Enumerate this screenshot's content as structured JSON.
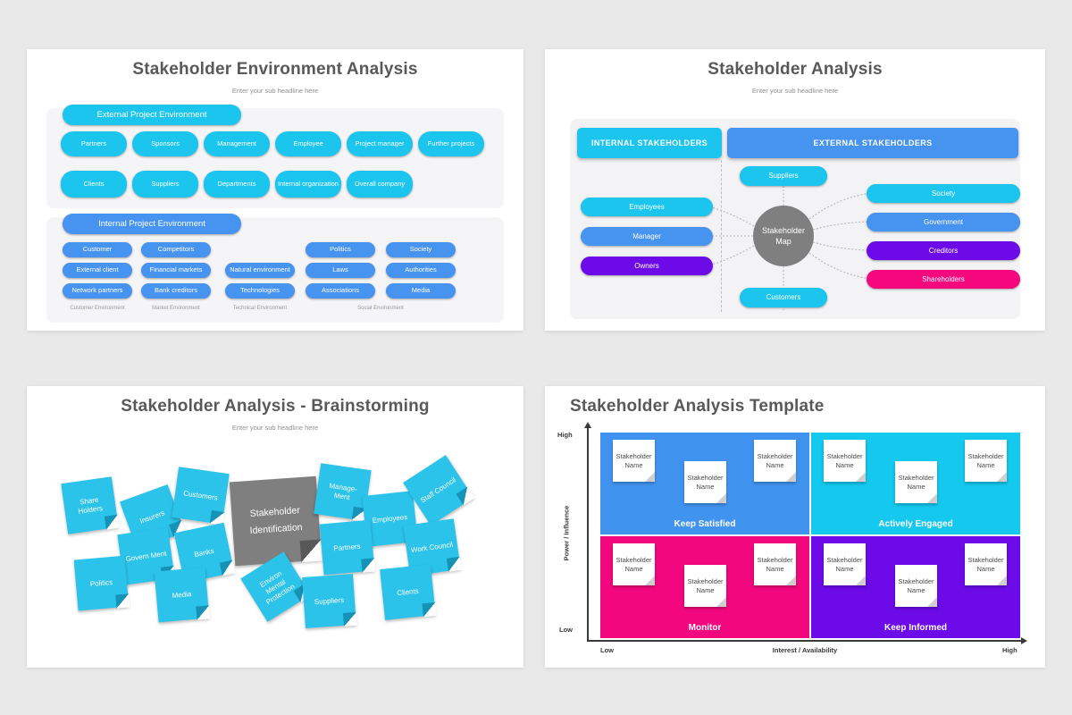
{
  "colors": {
    "page_background": "#e9e9ea",
    "slide_background": "#ffffff",
    "panel_background": "#f4f4f6",
    "cyan": "#1bc5ee",
    "blue": "#4793f0",
    "purple": "#6c0be8",
    "pink": "#f5077e",
    "note_cyan": "#2bc3ea",
    "note_gray": "#7f7f7f",
    "title_text": "#595959"
  },
  "slide1": {
    "title": "Stakeholder Environment Analysis",
    "subtitle": "Enter your sub headline here",
    "external": {
      "header": "External Project Environment",
      "row1": [
        "Partners",
        "Sponsors",
        "Management",
        "Employee",
        "Project manager",
        "Further projects"
      ],
      "row2": [
        "Clients",
        "Suppliers",
        "Departments",
        "Internal organization",
        "Overall company"
      ]
    },
    "internal": {
      "header": "Internal Project Environment",
      "columns": [
        {
          "items": [
            "Customer",
            "External client",
            "Network partners"
          ]
        },
        {
          "items": [
            "Competitors",
            "Financial markets",
            "Bank creditors"
          ]
        },
        {
          "items": [
            "Natural environment",
            "Technologies"
          ]
        },
        {
          "items": [
            "Politics",
            "Laws",
            "Associations"
          ]
        },
        {
          "items": [
            "Society",
            "Authorities",
            "Media"
          ]
        }
      ],
      "labels": [
        "Customer Environment",
        "Market Environment",
        "Technical Environment",
        "Social Environment"
      ]
    }
  },
  "slide2": {
    "title": "Stakeholder Analysis",
    "subtitle": "Enter your sub headline here",
    "internal_header": "INTERNAL STAKEHOLDERS",
    "external_header": "EXTERNAL STAKEHOLDERS",
    "center_label": "Stakeholder Map",
    "top_item": {
      "label": "Suppliers",
      "color": "#1bc5ee"
    },
    "bottom_item": {
      "label": "Customers",
      "color": "#1bc5ee"
    },
    "internal_items": [
      {
        "label": "Employees",
        "color": "#1bc5ee"
      },
      {
        "label": "Manager",
        "color": "#4793f0"
      },
      {
        "label": "Owners",
        "color": "#6c0be8"
      }
    ],
    "external_items": [
      {
        "label": "Society",
        "color": "#1bc5ee"
      },
      {
        "label": "Government",
        "color": "#4793f0"
      },
      {
        "label": "Creditors",
        "color": "#6c0be8"
      },
      {
        "label": "Shareholders",
        "color": "#f5077e"
      }
    ]
  },
  "slide3": {
    "title": "Stakeholder Analysis - Brainstorming",
    "subtitle": "Enter your sub headline here",
    "center_note": "Stakeholder Identification",
    "notes": [
      "Share Holders",
      "Insurers",
      "Customers",
      "Manage- Ment",
      "Employees",
      "Staff Council",
      "Govern Ment",
      "Banks",
      "Politics",
      "Media",
      "Environ Mental Protection",
      "Partners",
      "Work Council",
      "Suppliers",
      "Clients"
    ]
  },
  "slide4": {
    "title": "Stakeholder Analysis Template",
    "note_label": "Stakeholder Name",
    "quadrants": [
      {
        "label": "Keep Satisfied",
        "color": "#4193f0"
      },
      {
        "label": "Actively Engaged",
        "color": "#14c8ee"
      },
      {
        "label": "Monitor",
        "color": "#f3077e"
      },
      {
        "label": "Keep Informed",
        "color": "#6d0be8"
      }
    ],
    "y_axis": {
      "label": "Power / Influence",
      "high": "High",
      "low": "Low"
    },
    "x_axis": {
      "label": "Interest / Availability",
      "low": "Low",
      "high": "High"
    }
  }
}
